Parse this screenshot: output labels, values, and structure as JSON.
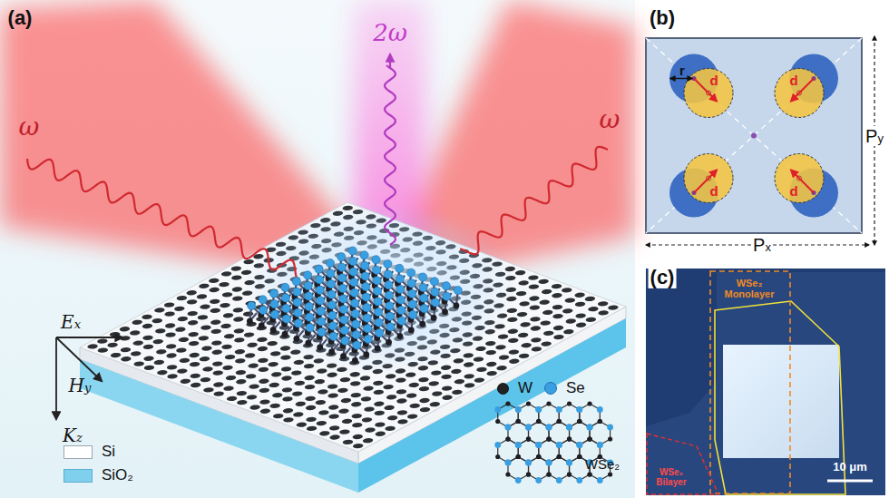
{
  "diagram": {
    "labels": [
      "(a)",
      "ω",
      "ω",
      "2ω",
      "Ex",
      "Hy",
      "Kz",
      "WSe₂",
      "(b)",
      "r",
      "d",
      "d",
      "d",
      "d",
      "Px",
      "Py",
      "(c)",
      "WSe₂ Monolayer",
      "WSe₂ Bilayer",
      "10 μm"
    ],
    "legend": [
      {
        "text": "Si",
        "color": "#ffffff"
      },
      {
        "text": "SiO₂",
        "color": "#7fd0ec"
      },
      {
        "text": "W",
        "color": "#222222"
      },
      {
        "text": "Se",
        "color": "#3a9fe0"
      }
    ]
  }
}
